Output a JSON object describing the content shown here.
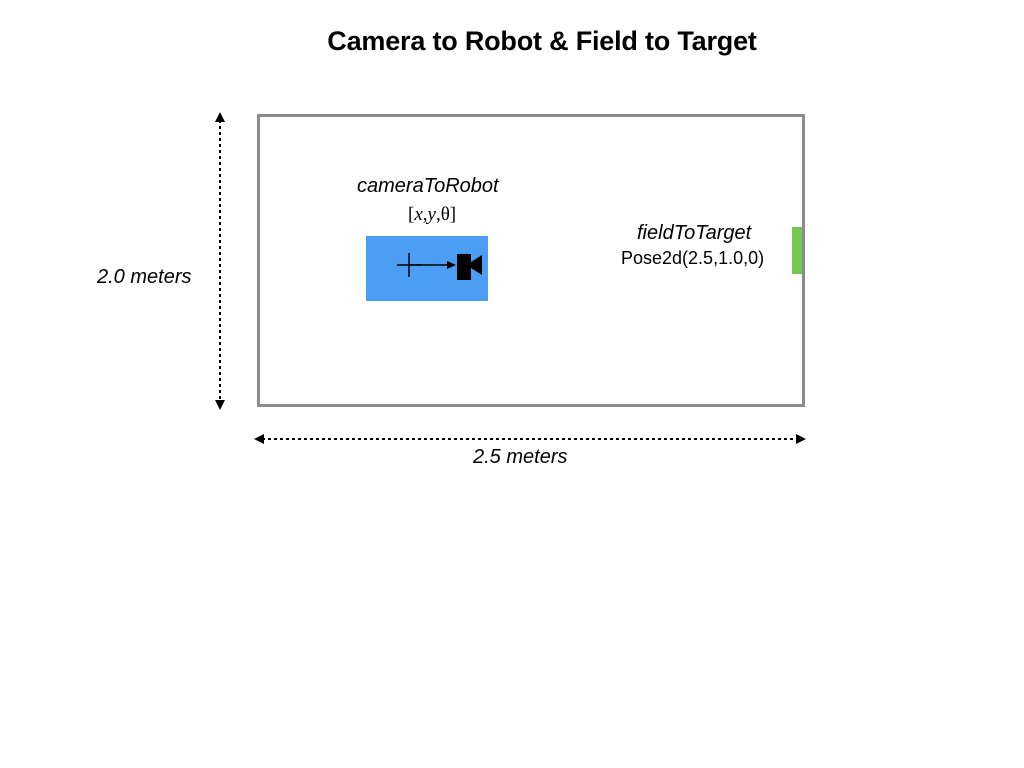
{
  "title": "Camera to Robot & Field to Target",
  "camera_to_robot": {
    "label": "cameraToRobot",
    "tuple": "[x,y,θ]",
    "tuple_parts": {
      "open": "[",
      "x": "x",
      "sep1": ",",
      "y": "y",
      "sep2": ",θ]"
    }
  },
  "field_to_target": {
    "label": "fieldToTarget",
    "pose": "Pose2d(2.5,1.0,0)"
  },
  "dimensions": {
    "height": "2.0 meters",
    "width": "2.5 meters"
  },
  "colors": {
    "robot": "#4b9ef4",
    "target": "#73c94f",
    "field_border": "#8c8c8c"
  },
  "icons": {
    "camera": "camera-icon",
    "robot_center": "crosshair-icon"
  }
}
